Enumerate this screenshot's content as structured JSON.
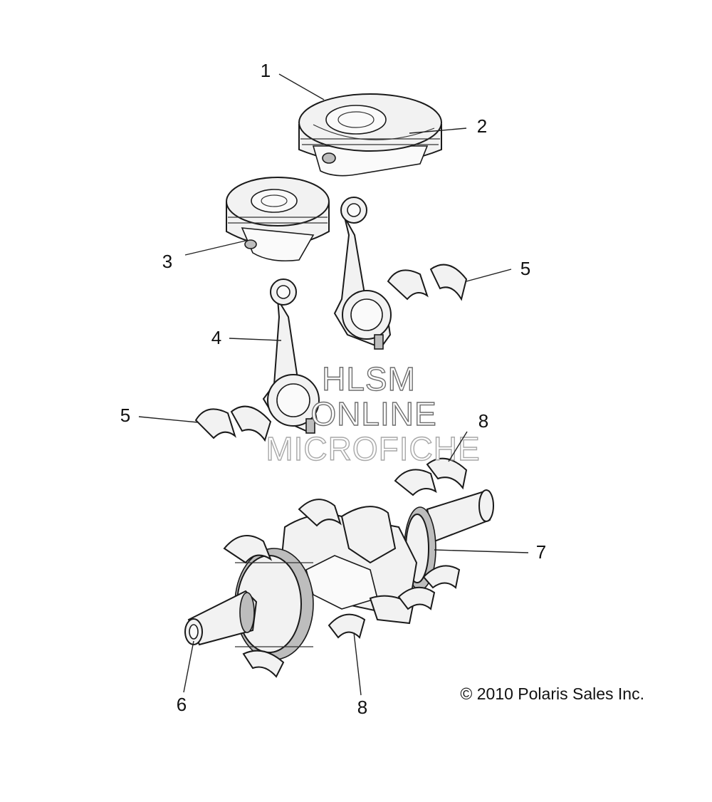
{
  "callouts": {
    "c1": "1",
    "c2": "2",
    "c3": "3",
    "c4": "4",
    "c5a": "5",
    "c5b": "5",
    "c6": "6",
    "c7": "7",
    "c8a": "8",
    "c8b": "8"
  },
  "watermark": {
    "line1": "HLSM",
    "line2": "ONLINE",
    "line3": "MICROFICHE"
  },
  "copyright": "© 2010 Polaris Sales Inc."
}
